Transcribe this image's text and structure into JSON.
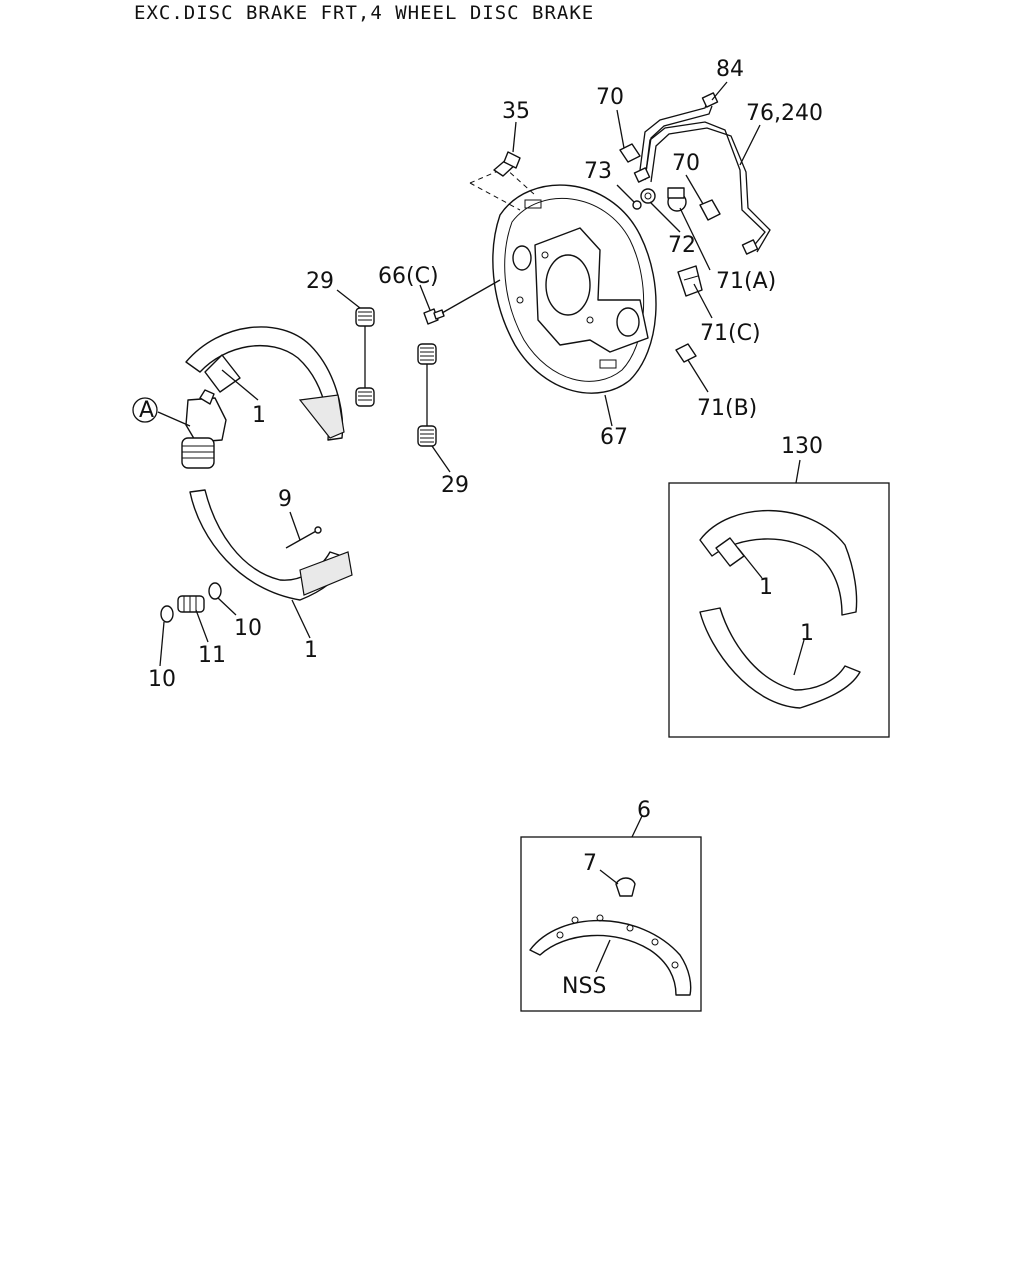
{
  "title": "EXC.DISC BRAKE FRT,4 WHEEL DISC BRAKE",
  "callouts": {
    "c84": "84",
    "c70a": "70",
    "c76": "76,240",
    "c35": "35",
    "c73": "73",
    "c70b": "70",
    "c72": "72",
    "c71a": "71(A)",
    "c29a": "29",
    "c66c": "66(C)",
    "c71c": "71(C)",
    "c1a": "1",
    "cA": "A",
    "c71b": "71(B)",
    "c67": "67",
    "c130": "130",
    "c9": "9",
    "c29b": "29",
    "c10a": "10",
    "c1b": "1",
    "c11": "11",
    "c10b": "10",
    "c1c": "1",
    "c1d": "1",
    "c6": "6",
    "c7": "7",
    "cNSS": "NSS"
  }
}
